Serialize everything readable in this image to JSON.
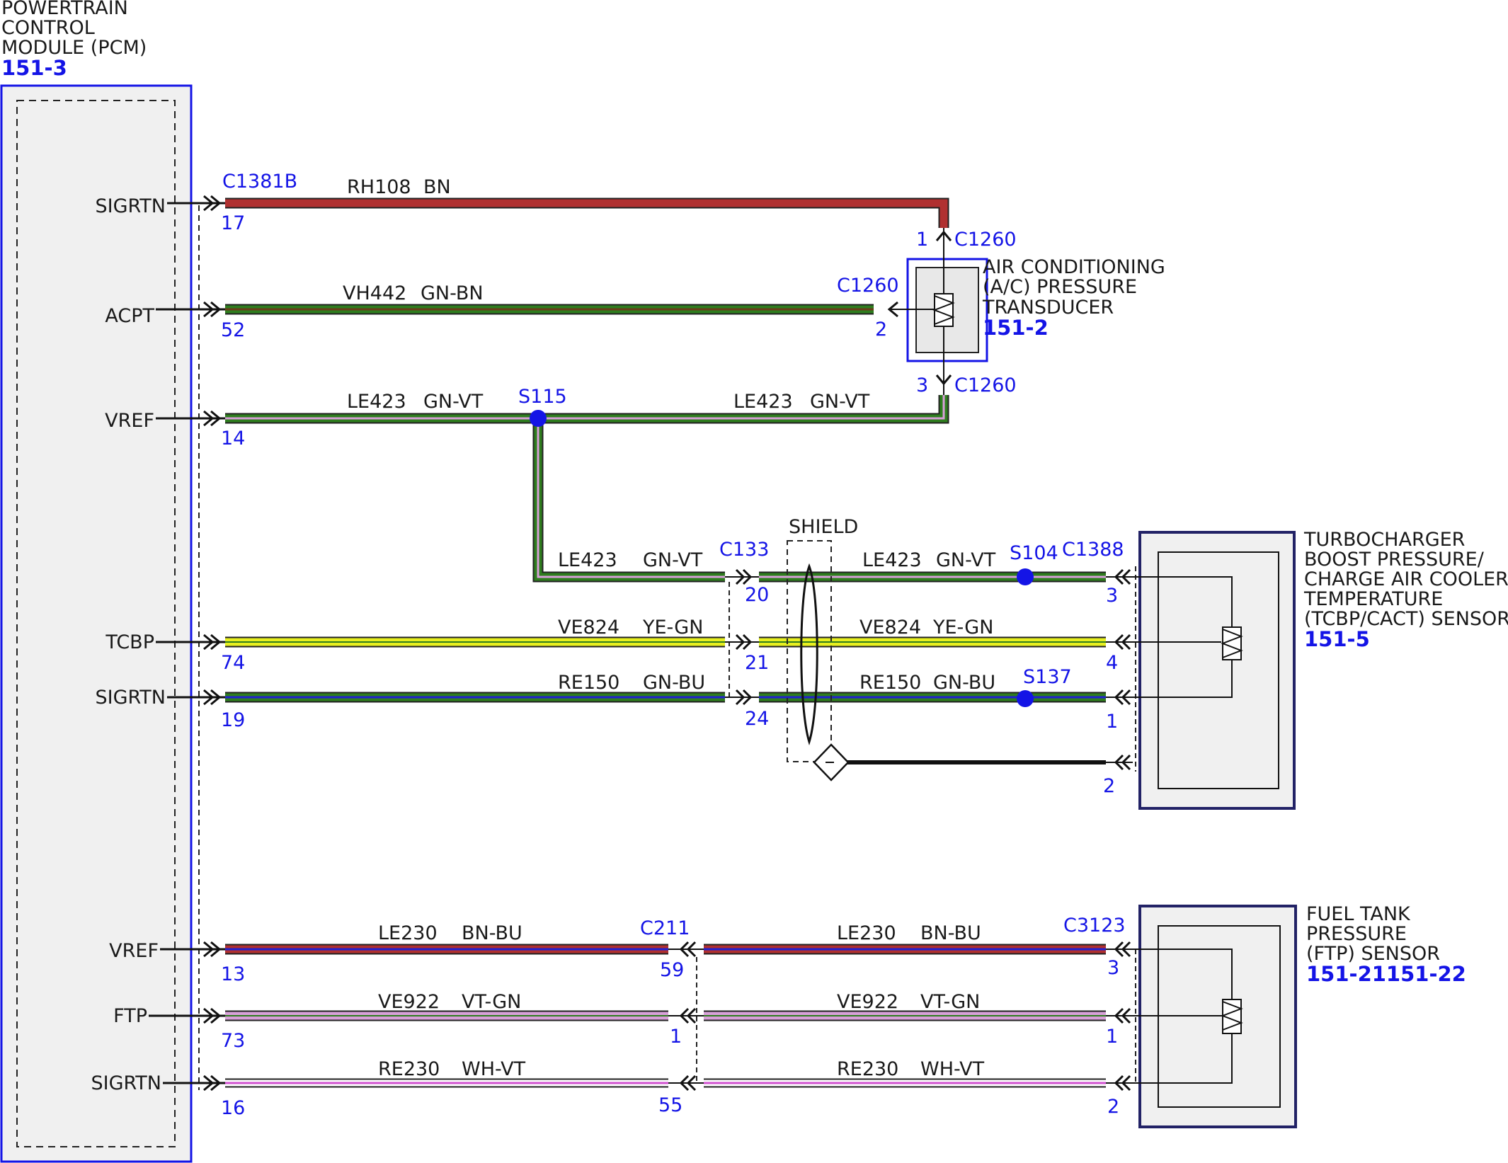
{
  "pcm": {
    "title_lines": [
      "POWERTRAIN",
      "CONTROL",
      "MODULE (PCM)"
    ],
    "ref": "151-3",
    "pins": [
      {
        "label": "SIGRTN",
        "pin": "17"
      },
      {
        "label": "ACPT",
        "pin": "52"
      },
      {
        "label": "VREF",
        "pin": "14"
      },
      {
        "label": "TCBP",
        "pin": "74"
      },
      {
        "label": "SIGRTN",
        "pin": "19"
      },
      {
        "label": "VREF",
        "pin": "13"
      },
      {
        "label": "FTP",
        "pin": "73"
      },
      {
        "label": "SIGRTN",
        "pin": "16"
      }
    ],
    "connector": "C1381B"
  },
  "ac_transducer": {
    "title_lines": [
      "AIR CONDITIONING",
      "(A/C) PRESSURE",
      "TRANSDUCER"
    ],
    "ref": "151-2",
    "connector": "C1260",
    "pins": [
      "1",
      "2",
      "3"
    ]
  },
  "tcbp_sensor": {
    "title_lines": [
      "TURBOCHARGER",
      "BOOST PRESSURE/",
      "CHARGE AIR COOLER",
      "TEMPERATURE",
      "(TCBP/CACT) SENSOR"
    ],
    "ref": "151-5",
    "connector": "C1388",
    "pins": [
      "3",
      "4",
      "1",
      "2"
    ]
  },
  "ftp_sensor": {
    "title_lines": [
      "FUEL TANK",
      "PRESSURE",
      "(FTP) SENSOR"
    ],
    "ref": "151-21151-22",
    "connector": "C3123",
    "pins": [
      "3",
      "1",
      "2"
    ]
  },
  "inline_connectors": {
    "c133": {
      "name": "C133",
      "pins": [
        "20",
        "21",
        "24"
      ]
    },
    "c211": {
      "name": "C211",
      "pins": [
        "59",
        "1",
        "55"
      ]
    }
  },
  "splices": {
    "s115": "S115",
    "s104": "S104",
    "s137": "S137"
  },
  "shield_label": "SHIELD",
  "wires": {
    "rh108": {
      "circuit": "RH108",
      "color": "BN"
    },
    "vh442": {
      "circuit": "VH442",
      "color": "GN-BN"
    },
    "le423": {
      "circuit": "LE423",
      "color": "GN-VT"
    },
    "ve824": {
      "circuit": "VE824",
      "color": "YE-GN"
    },
    "re150": {
      "circuit": "RE150",
      "color": "GN-BU"
    },
    "le230": {
      "circuit": "LE230",
      "color": "BN-BU"
    },
    "ve922": {
      "circuit": "VE922",
      "color": "VT-GN"
    },
    "re230": {
      "circuit": "RE230",
      "color": "WH-VT"
    }
  },
  "colors": {
    "brown": "#b03030",
    "green": "#2e7d1e",
    "violet": "#d8a0d8",
    "yellow": "#e8f020",
    "blue": "#2020d0",
    "white": "#ffffff",
    "outline": "#1414e6",
    "panel": "#f0f0f0"
  }
}
